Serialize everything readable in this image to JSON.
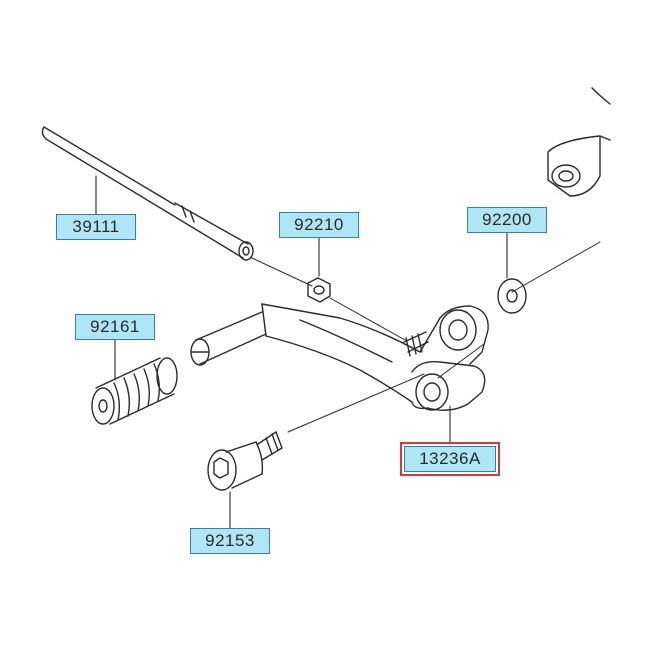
{
  "diagram": {
    "parts": [
      {
        "id": "part-39111",
        "label": "39111",
        "highlighted": false
      },
      {
        "id": "part-92210",
        "label": "92210",
        "highlighted": false
      },
      {
        "id": "part-92200",
        "label": "92200",
        "highlighted": false
      },
      {
        "id": "part-92161",
        "label": "92161",
        "highlighted": false
      },
      {
        "id": "part-13236A",
        "label": "13236A",
        "highlighted": true
      },
      {
        "id": "part-92153",
        "label": "92153",
        "highlighted": false
      }
    ],
    "colors": {
      "callout_fill": "#aee6f6",
      "callout_border": "#3a7fa6",
      "highlight_border": "#d23b3b",
      "line_art": "#2b2b2b"
    }
  }
}
